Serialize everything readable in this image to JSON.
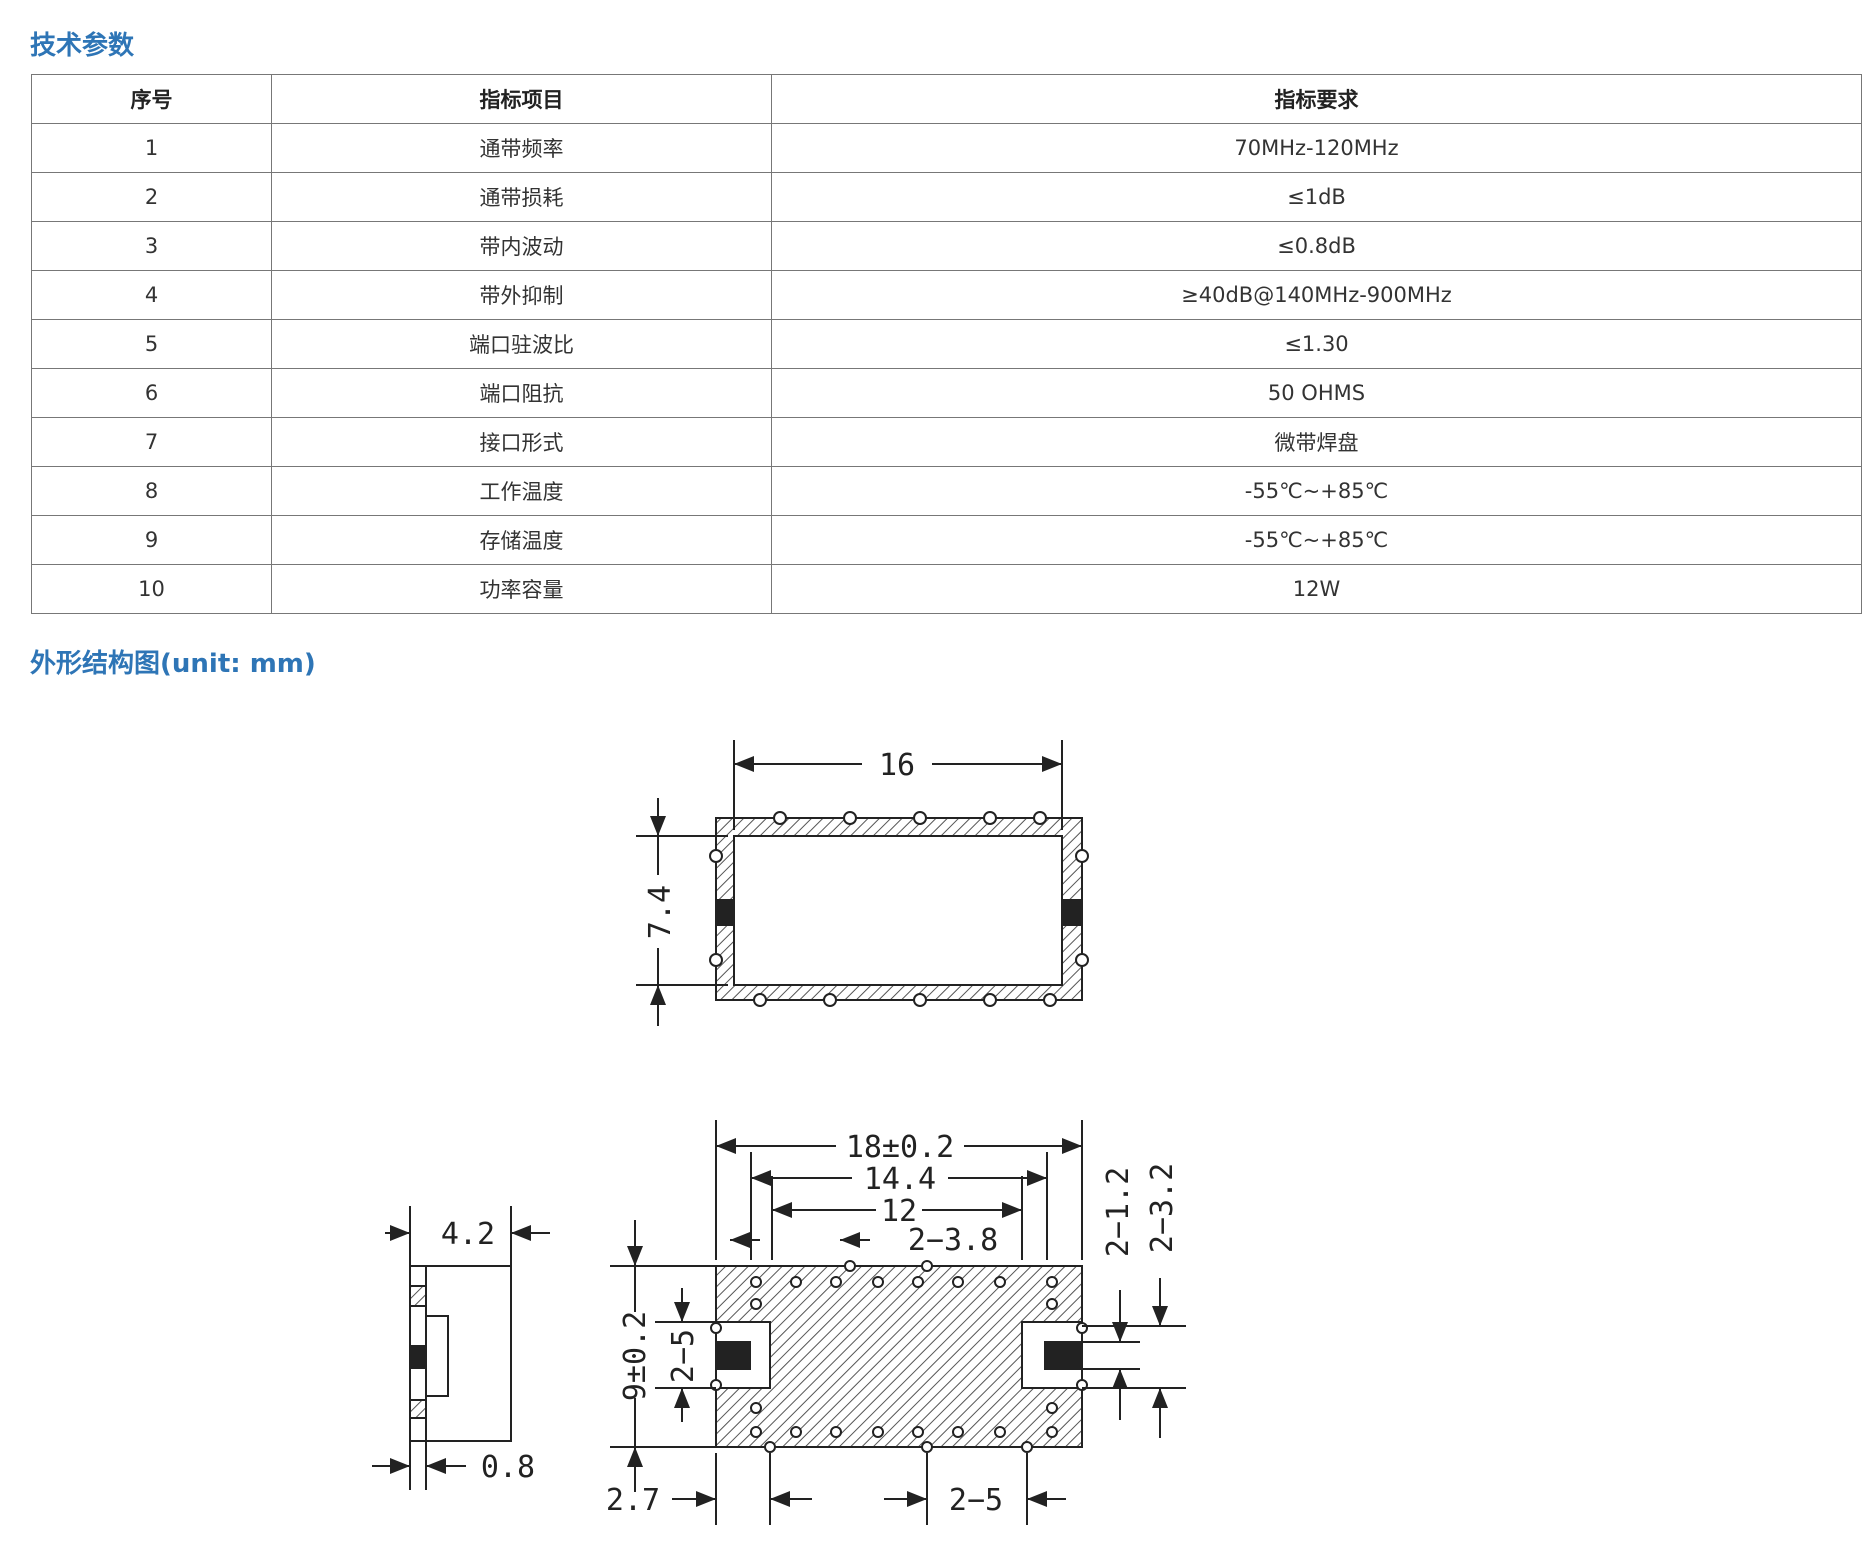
{
  "sections": {
    "spec_title": "技术参数",
    "drawing_title": "外形结构图(unit: mm)"
  },
  "table": {
    "headers": [
      "序号",
      "指标项目",
      "指标要求"
    ],
    "rows": [
      [
        "1",
        "通带频率",
        "70MHz-120MHz"
      ],
      [
        "2",
        "通带损耗",
        "≤1dB"
      ],
      [
        "3",
        "带内波动",
        "≤0.8dB"
      ],
      [
        "4",
        "带外抑制",
        "≥40dB@140MHz-900MHz"
      ],
      [
        "5",
        "端口驻波比",
        "≤1.30"
      ],
      [
        "6",
        "端口阻抗",
        "50 OHMS"
      ],
      [
        "7",
        "接口形式",
        "微带焊盘"
      ],
      [
        "8",
        "工作温度",
        "-55℃~+85℃"
      ],
      [
        "9",
        "存储温度",
        "-55℃~+85℃"
      ],
      [
        "10",
        "功率容量",
        "12W"
      ]
    ]
  },
  "drawing": {
    "top_view": {
      "width": "16",
      "height": "7.4"
    },
    "side_view": {
      "thickness": "4.2",
      "pad": "0.8"
    },
    "bottom_view": {
      "overall_width": "18±0.2",
      "pad_span": "14.4",
      "inner_span": "12",
      "hole": "2−3.8",
      "pad_width_1": "2−1.2",
      "pad_width_2": "2−3.2",
      "height": "9±0.2",
      "pad_height": "2−5",
      "edge_offset": "2.7",
      "bottom_gap": "2−5"
    },
    "colors": {
      "accent": "#2e75b6",
      "line": "#222222",
      "hatch": "#555555"
    }
  }
}
